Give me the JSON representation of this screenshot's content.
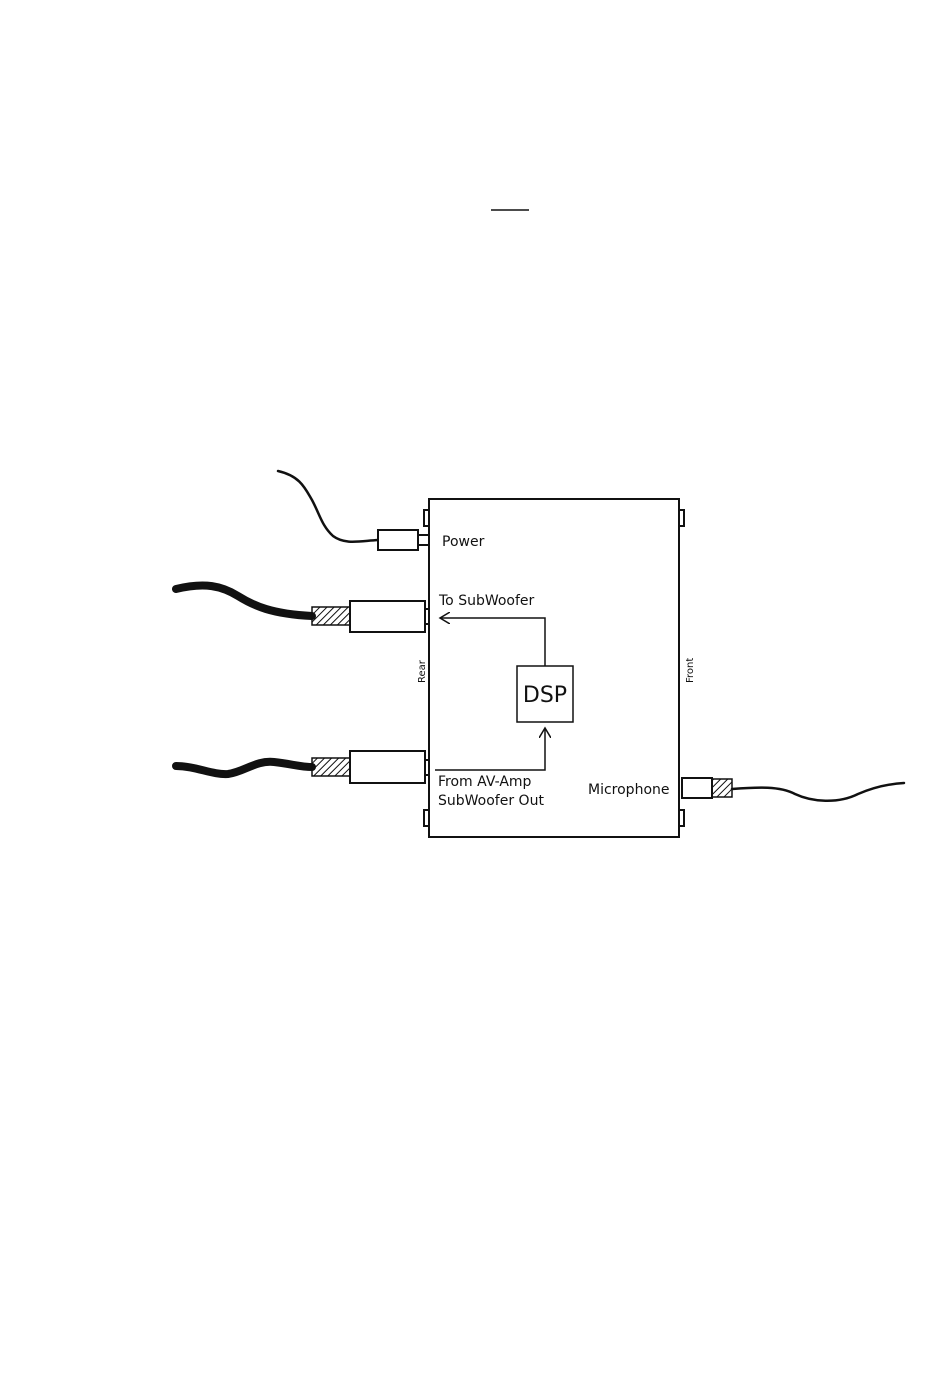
{
  "diagram": {
    "labels": {
      "power": "Power",
      "to_subwoofer": "To SubWoofer",
      "from_line1": "From AV-Amp",
      "from_line2": "SubWoofer Out",
      "microphone": "Microphone",
      "dsp": "DSP",
      "rear": "Rear",
      "front": "Front"
    },
    "colors": {
      "ink": "#111111",
      "background": "#ffffff"
    }
  }
}
